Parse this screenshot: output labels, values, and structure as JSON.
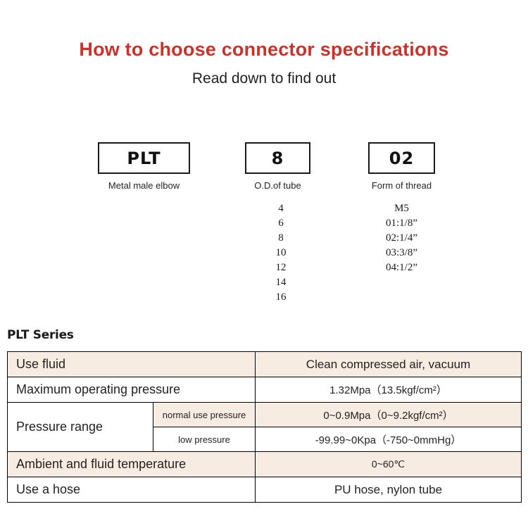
{
  "header": {
    "title": "How to choose connector specifications",
    "subtitle": "Read down to find out",
    "title_color": "#c9332c"
  },
  "code_builder": {
    "segments": [
      {
        "code": "PLT",
        "caption": "Metal male elbow",
        "options": []
      },
      {
        "code": "8",
        "caption": "O.D.of tube",
        "options": [
          "4",
          "6",
          "8",
          "10",
          "12",
          "14",
          "16"
        ]
      },
      {
        "code": "02",
        "caption": "Form of thread",
        "options": [
          "M5",
          "01:1/8”",
          "02:1/4”",
          "03:3/8”",
          "04:1/2”"
        ]
      }
    ]
  },
  "spec": {
    "series_heading": "PLT Series",
    "shade_color": "#f7ece1",
    "rows": [
      {
        "label": "Use fluid",
        "sublabel": null,
        "value": "Clean compressed air, vacuum",
        "shaded": true
      },
      {
        "label": "Maximum operating pressure",
        "sublabel": null,
        "value": "1.32Mpa（13.5kgf/cm²）",
        "shaded": false
      },
      {
        "label": "Pressure range",
        "sublabel": "normal use pressure",
        "value": "0~0.9Mpa（0~9.2kgf/cm²）",
        "shaded": true
      },
      {
        "label": "",
        "sublabel": "low pressure",
        "value": "-99.99~0Kpa（-750~0mmHg）",
        "shaded": false
      },
      {
        "label": "Ambient and fluid temperature",
        "sublabel": null,
        "value": "0~60℃",
        "shaded": true
      },
      {
        "label": "Use a hose",
        "sublabel": null,
        "value": "PU hose, nylon tube",
        "shaded": false
      }
    ]
  }
}
